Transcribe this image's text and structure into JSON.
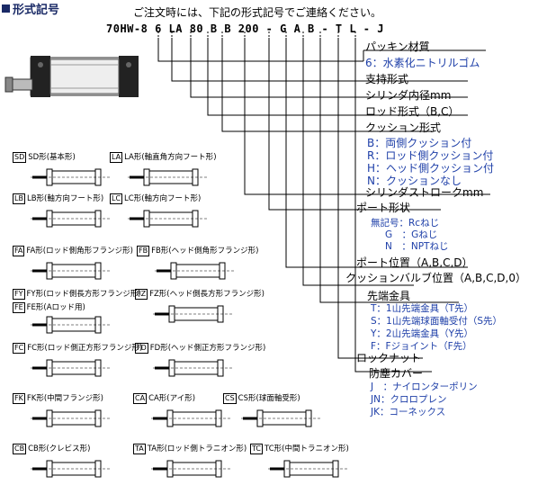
{
  "header": {
    "title": "形式記号",
    "intro": "ご注文時には、下記の形式記号でご連絡ください。"
  },
  "model_code": "70HW-8 6 LA 80 B B 200 - G A B - T L - J",
  "spec": {
    "packing": "パッキン材質",
    "packing_opt": "6：水素化ニトリルゴム",
    "support": "支持形式",
    "bore": "シリンダ内径mm",
    "rod": "ロッド形式（B,C）",
    "cushion": "クッション形式",
    "cushion_b": "B：両側クッション付",
    "cushion_r": "R：ロッド側クッション付",
    "cushion_h": "H：ヘッド側クッション付",
    "cushion_n": "N：クッションなし",
    "stroke": "シリンダストロークmm",
    "port": "ポート形状",
    "port_none": "無記号：Rcねじ",
    "port_g": "G　：Gねじ",
    "port_n": "N　：NPTねじ",
    "port_pos": "ポート位置（A,B,C,D）",
    "valve_pos": "クッションバルブ位置（A,B,C,D,0）",
    "tip": "先端金具",
    "tip_t": "T：1山先端金具（T先）",
    "tip_s": "S：1山先端球面軸受付（S先）",
    "tip_y": "Y：2山先端金具（Y先）",
    "tip_f": "F：Fジョイント（F先）",
    "locknut": "ロックナット",
    "cover": "防塵カバー",
    "cover_j": "J　：ナイロンターポリン",
    "cover_jn": "JN：クロロプレン",
    "cover_jk": "JK：コーネックス"
  },
  "mounts": [
    {
      "code": "SD",
      "label": "SD形(基本形)"
    },
    {
      "code": "LA",
      "label": "LA形(軸直角方向フート形)"
    },
    {
      "code": "LB",
      "label": "LB形(軸方向フート形)"
    },
    {
      "code": "LC",
      "label": "LC形(軸方向フート形)"
    },
    {
      "code": "FA",
      "label": "FA形(ロッド側角形フランジ形)"
    },
    {
      "code": "FB",
      "label": "FB形(ヘッド側角形フランジ形)"
    },
    {
      "code": "FY",
      "label": "FY形(ロッド側長方形フランジ形)"
    },
    {
      "code": "FZ",
      "label": "FZ形(ヘッド側長方形フランジ形)"
    },
    {
      "code": "FE",
      "label": "FE形(Aロッド用)"
    },
    {
      "code": "FC",
      "label": "FC形(ロッド側正方形フランジ形)"
    },
    {
      "code": "FD",
      "label": "FD形(ヘッド側正方形フランジ形)"
    },
    {
      "code": "FK",
      "label": "FK形(中間フランジ形)"
    },
    {
      "code": "CA",
      "label": "CA形(アイ形)"
    },
    {
      "code": "CS",
      "label": "CS形(球面軸受形)"
    },
    {
      "code": "CB",
      "label": "CB形(クレビス形)"
    },
    {
      "code": "TA",
      "label": "TA形(ロッド側トラニオン形)"
    },
    {
      "code": "TC",
      "label": "TC形(中間トラニオン形)"
    }
  ]
}
